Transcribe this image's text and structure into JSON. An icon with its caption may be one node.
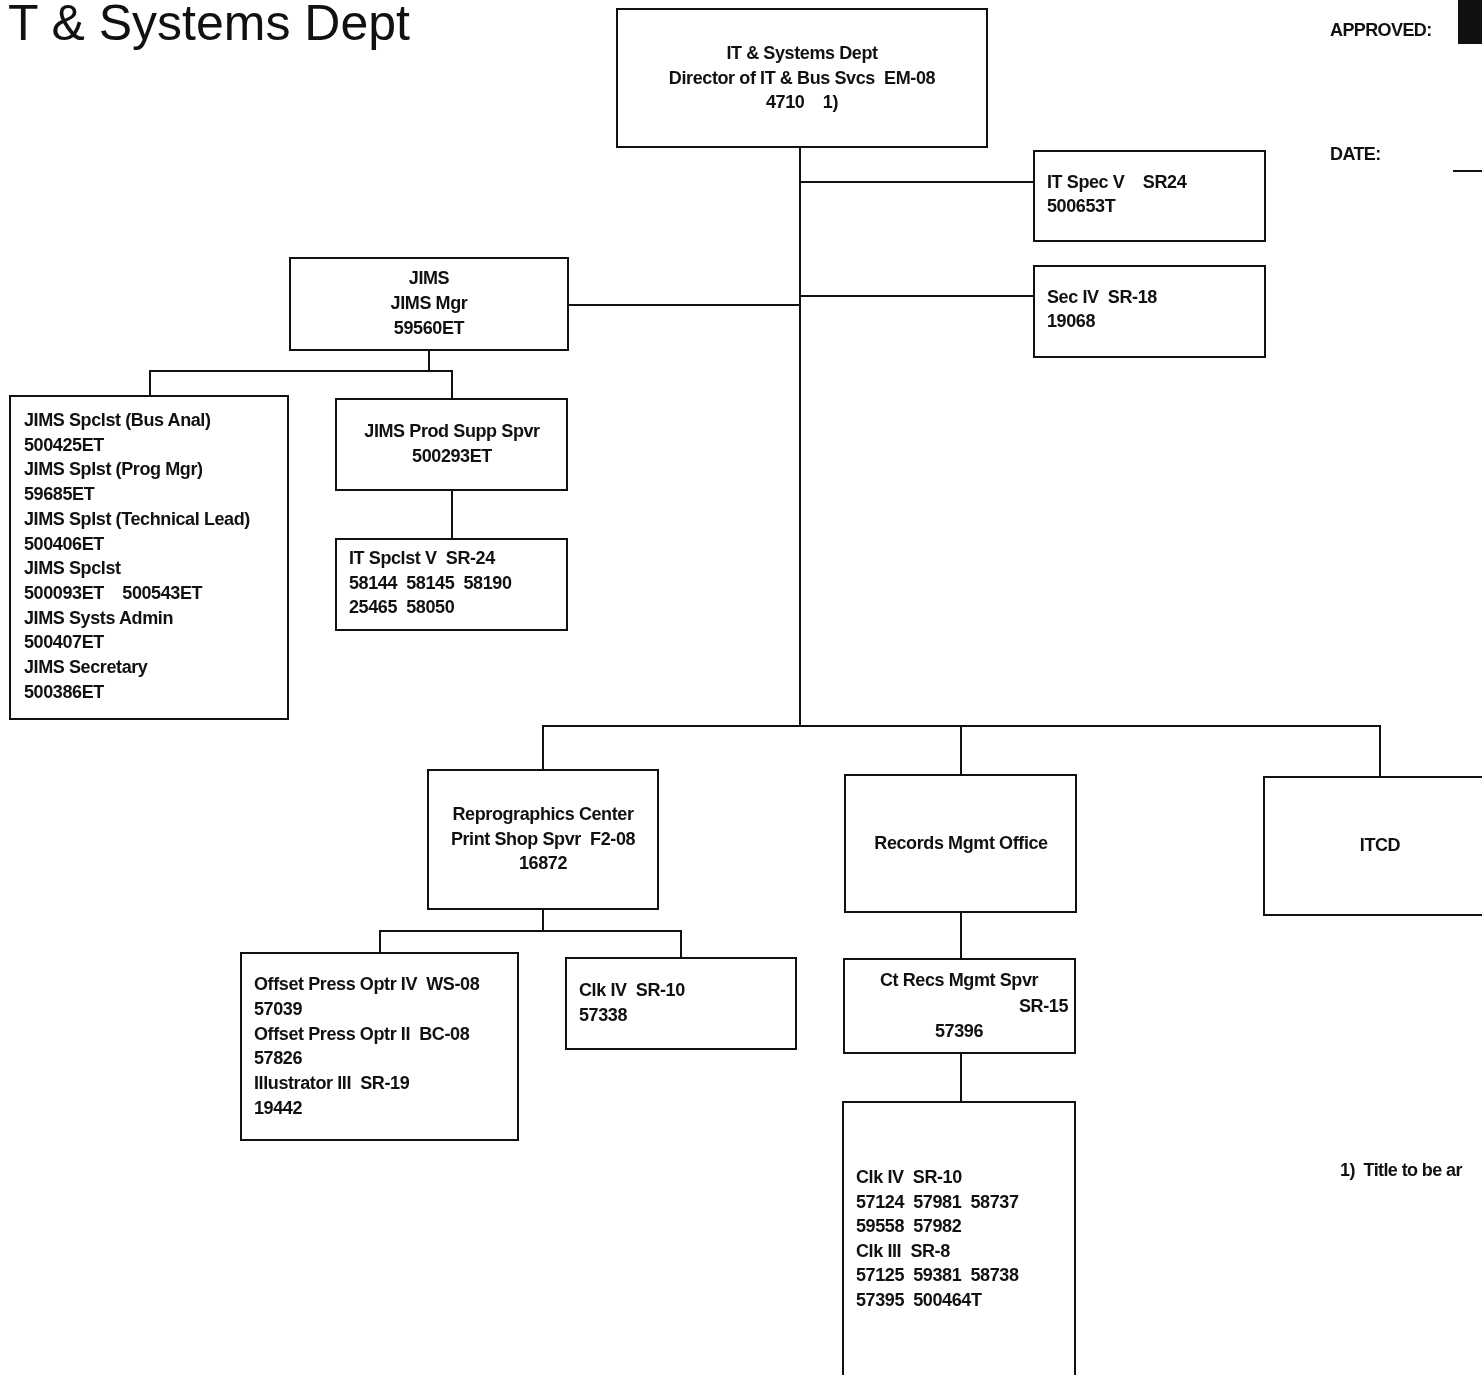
{
  "diagram": {
    "title": "T & Systems Dept",
    "nodes": [
      {
        "text": [
          "IT & Systems Dept",
          "Director of IT & Bus Svcs  EM-08",
          "4710    1)"
        ]
      },
      {
        "text": [
          "IT Spec V    SR24",
          "500653T"
        ]
      },
      {
        "text": [
          "Sec IV  SR-18",
          "19068"
        ]
      },
      {
        "text": [
          "JIMS",
          "JIMS Mgr",
          "59560ET"
        ]
      },
      {
        "text": [
          "JIMS Spclst (Bus Anal)",
          "500425ET",
          "JIMS Splst (Prog Mgr)",
          "59685ET",
          "JIMS Splst (Technical Lead)",
          "500406ET",
          "JIMS Spclst",
          "500093ET    500543ET",
          "JIMS Systs Admin",
          "500407ET",
          "JIMS Secretary",
          "500386ET"
        ]
      },
      {
        "text": [
          "JIMS Prod Supp Spvr",
          "500293ET"
        ]
      },
      {
        "text": [
          "IT Spclst V  SR-24",
          "58144  58145  58190",
          "25465  58050"
        ]
      },
      {
        "text": [
          "Reprographics Center",
          "Print Shop Spvr  F2-08",
          "16872"
        ]
      },
      {
        "text": [
          "Records Mgmt Office"
        ]
      },
      {
        "text": [
          "ITCD"
        ]
      },
      {
        "text": [
          "Offset Press Optr IV  WS-08",
          "57039",
          "Offset Press Optr II  BC-08",
          "57826",
          "Illustrator III  SR-19",
          "19442"
        ]
      },
      {
        "text": [
          "Clk IV  SR-10",
          "57338"
        ]
      },
      {
        "text": [
          "Ct Recs Mgmt Spvr",
          "SR-15",
          "57396"
        ]
      },
      {
        "text": [
          "Clk IV  SR-10",
          "57124  57981  58737",
          "59558  57982",
          "Clk III  SR-8",
          "57125  59381  58738",
          "57395  500464T"
        ]
      }
    ],
    "edges": [
      {
        "from": 0,
        "to": 1,
        "arrow": "none"
      },
      {
        "from": 0,
        "to": 2,
        "arrow": "none"
      },
      {
        "from": 0,
        "to": 3,
        "arrow": "none"
      },
      {
        "from": 0,
        "to": 7,
        "arrow": "none"
      },
      {
        "from": 0,
        "to": 8,
        "arrow": "none"
      },
      {
        "from": 0,
        "to": 9,
        "arrow": "none"
      },
      {
        "from": 3,
        "to": 4,
        "arrow": "none"
      },
      {
        "from": 3,
        "to": 5,
        "arrow": "none"
      },
      {
        "from": 5,
        "to": 6,
        "arrow": "none"
      },
      {
        "from": 7,
        "to": 10,
        "arrow": "none"
      },
      {
        "from": 7,
        "to": 11,
        "arrow": "none"
      },
      {
        "from": 8,
        "to": 12,
        "arrow": "none"
      },
      {
        "from": 12,
        "to": 13,
        "arrow": "none"
      }
    ],
    "labels": [
      "APPROVED:",
      "DATE:",
      "1)  Title to be ar"
    ]
  }
}
